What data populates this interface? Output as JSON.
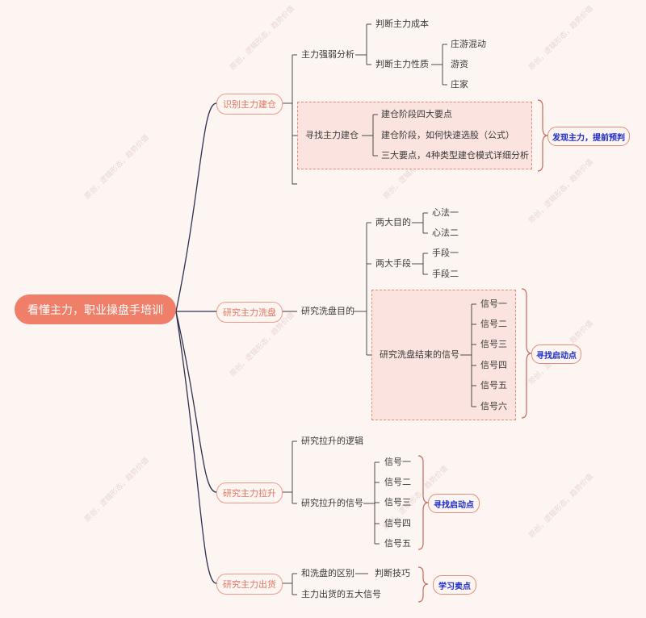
{
  "root": "看懂主力，职业操盘手培训",
  "watermark": "原创，逻辑形态，趋势价值",
  "colors": {
    "root_fill": "#f07f6a",
    "accent": "#e58b7a",
    "tag_text": "#1a2acb",
    "line": "#2f3050"
  },
  "b1": {
    "label": "识别主力建仓",
    "c1": {
      "label": "主力强弱分析",
      "g1": "判断主力成本",
      "g2": "判断主力性质",
      "leaves": [
        "庄游混动",
        "游资",
        "庄家"
      ]
    },
    "c2": {
      "label": "寻找主力建仓",
      "items": [
        "建仓阶段四大要点",
        "建仓阶段，如何快速选股（公式）",
        "三大要点，4种类型建仓模式详细分析"
      ]
    },
    "tag": "发现主力，提前预判"
  },
  "b2": {
    "label": "研究主力洗盘",
    "c1": "研究洗盘目的",
    "g1": {
      "label": "两大目的",
      "items": [
        "心法一",
        "心法二"
      ]
    },
    "g2": {
      "label": "两大手段",
      "items": [
        "手段一",
        "手段二"
      ]
    },
    "g3": {
      "label": "研究洗盘结束的信号",
      "items": [
        "信号一",
        "信号二",
        "信号三",
        "信号四",
        "信号五",
        "信号六"
      ]
    },
    "tag": "寻找启动点"
  },
  "b3": {
    "label": "研究主力拉升",
    "c1": "研究拉升的逻辑",
    "c2": {
      "label": "研究拉升的信号",
      "items": [
        "信号一",
        "信号二",
        "信号三",
        "信号四",
        "信号五"
      ]
    },
    "tag": "寻找启动点"
  },
  "b4": {
    "label": "研究主力出货",
    "c1": "和洗盘的区别",
    "c1a": "判断技巧",
    "c2": "主力出货的五大信号",
    "tag": "学习卖点"
  }
}
